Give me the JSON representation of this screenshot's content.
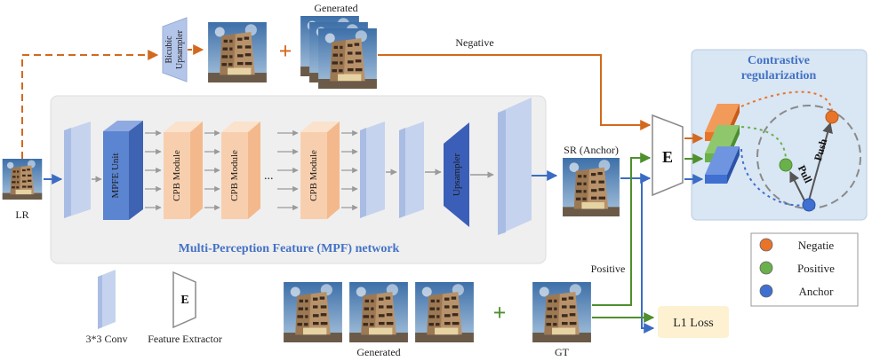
{
  "labels": {
    "lr": "LR",
    "bicubic_upsampler": [
      "Bicubic",
      "Upsampler"
    ],
    "generated_top": "Generated",
    "plus": "+",
    "negative": "Negative",
    "mpfe_unit": "MPFE Unit",
    "cpb_module": "CPB Module",
    "ellipsis": "...",
    "upsampler": "Upsampler",
    "network_title": "Multi-Perception Feature (MPF) network",
    "sr_anchor": "SR (Anchor)",
    "extractor_letter": "E",
    "positive": "Positive",
    "contrastive_title": [
      "Contrastive",
      "regularization"
    ],
    "push": "Push",
    "pull": "Pull",
    "generated_bottom": "Generated",
    "gt": "GT",
    "l1_loss": "L1  Loss",
    "conv_legend": "3*3 Conv",
    "feature_extractor_legend": "Feature Extractor"
  },
  "legend": [
    {
      "label": "Negatie",
      "color": "#e8742a"
    },
    {
      "label": "Positive",
      "color": "#6ab04c"
    },
    {
      "label": "Anchor",
      "color": "#3f6fd0"
    }
  ],
  "colors": {
    "negative_flow": "#d2691e",
    "positive_flow": "#4e8f2e",
    "anchor_flow": "#3b6cc4",
    "network_bg": "#efefef",
    "contrastive_bg": "#d9e6f4",
    "title_blue": "#4472c4",
    "cpb_fill": "#f8cfae",
    "conv_fill": "#c5d3ee",
    "mpfe_fill": "#5b84d1",
    "upsampler_fill": "#3b5fb8",
    "l1_bg": "#fdf1d2"
  },
  "icons": [
    "building-image",
    "feature-extractor-trapezoid",
    "push-arrow",
    "pull-arrow"
  ]
}
